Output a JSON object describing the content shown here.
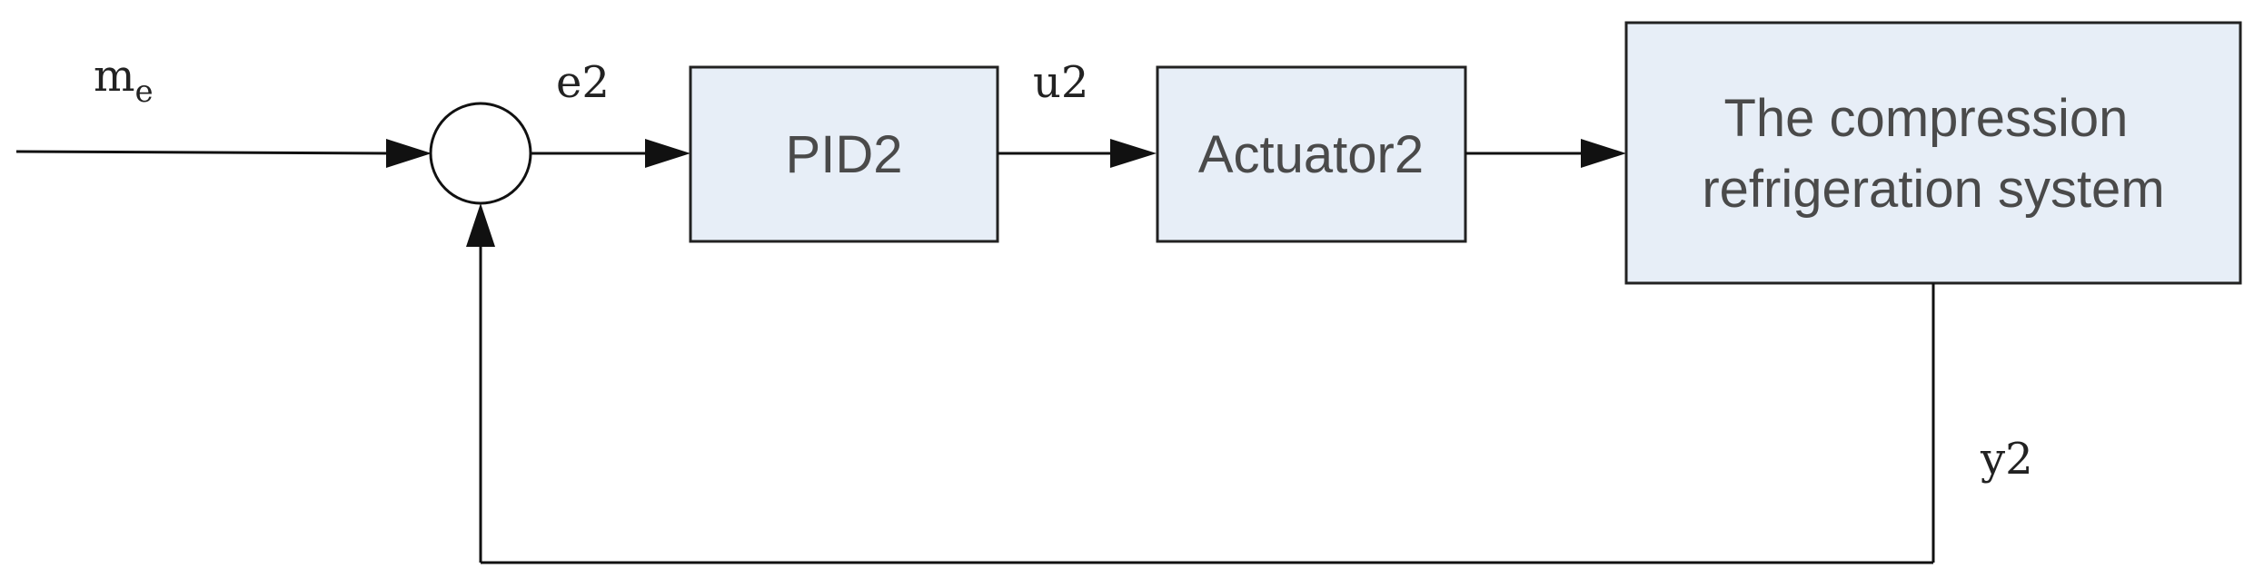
{
  "signals": {
    "input_main": "m",
    "input_sub": "e",
    "error": "e2",
    "control": "u2",
    "output": "y2"
  },
  "blocks": {
    "controller": "PID2",
    "actuator": "Actuator2",
    "plant_line1": "The compression",
    "plant_line2": "refrigeration system"
  },
  "colors": {
    "block_fill": "#e7eef7",
    "line": "#111111",
    "block_text": "#4a4a4a"
  }
}
